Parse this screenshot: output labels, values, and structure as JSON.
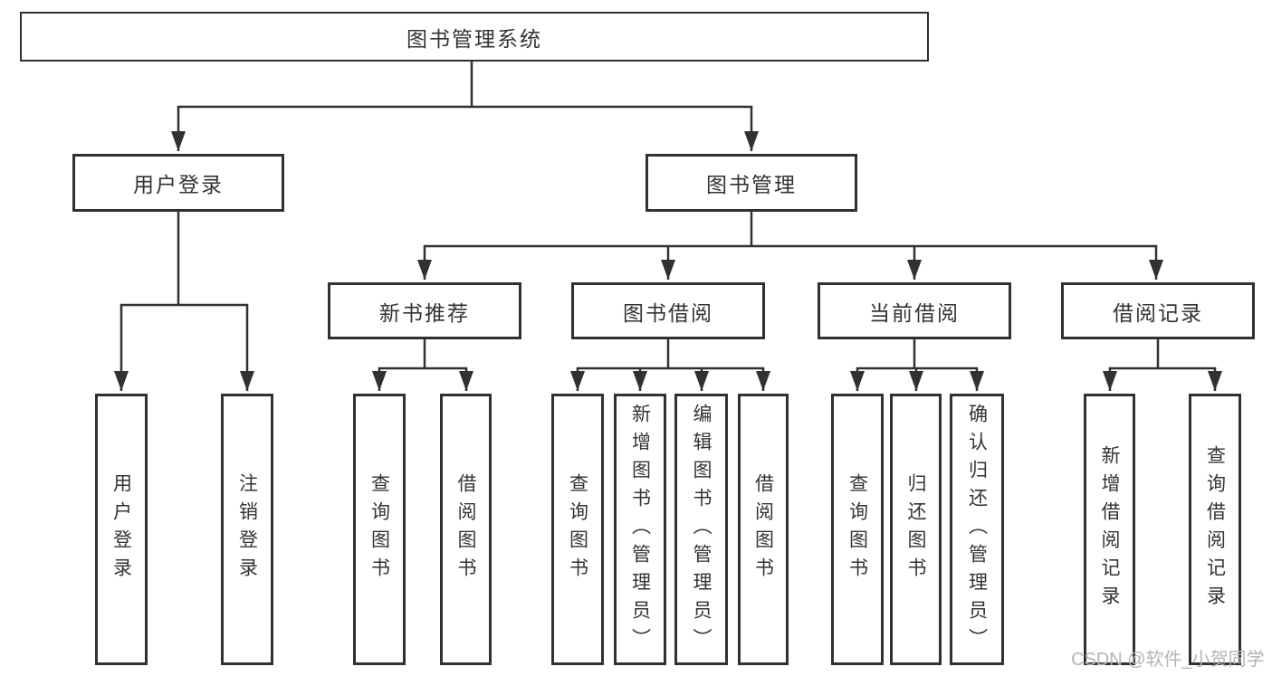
{
  "diagram": {
    "type": "hierarchy-tree",
    "root": {
      "label": "图书管理系统"
    },
    "branches": [
      {
        "label": "用户登录",
        "children": [
          {
            "label": "用户登录"
          },
          {
            "label": "注销登录"
          }
        ]
      },
      {
        "label": "图书管理",
        "children": [
          {
            "label": "新书推荐",
            "children": [
              {
                "label": "查询图书"
              },
              {
                "label": "借阅图书"
              }
            ]
          },
          {
            "label": "图书借阅",
            "children": [
              {
                "label": "查询图书"
              },
              {
                "label": "新增图书（管理员）"
              },
              {
                "label": "编辑图书（管理员）"
              },
              {
                "label": "借阅图书"
              }
            ]
          },
          {
            "label": "当前借阅",
            "children": [
              {
                "label": "查询图书"
              },
              {
                "label": "归还图书"
              },
              {
                "label": "确认归还（管理员）"
              }
            ]
          },
          {
            "label": "借阅记录",
            "children": [
              {
                "label": "新增借阅记录"
              },
              {
                "label": "查询借阅记录"
              }
            ]
          }
        ]
      }
    ],
    "colors": {
      "line": "#333333",
      "box_border": "#313131",
      "text": "#333333",
      "watermark": "#b5b5b5",
      "background": "#ffffff"
    }
  },
  "watermark": {
    "text": "CSDN @软件_小贺同学"
  }
}
